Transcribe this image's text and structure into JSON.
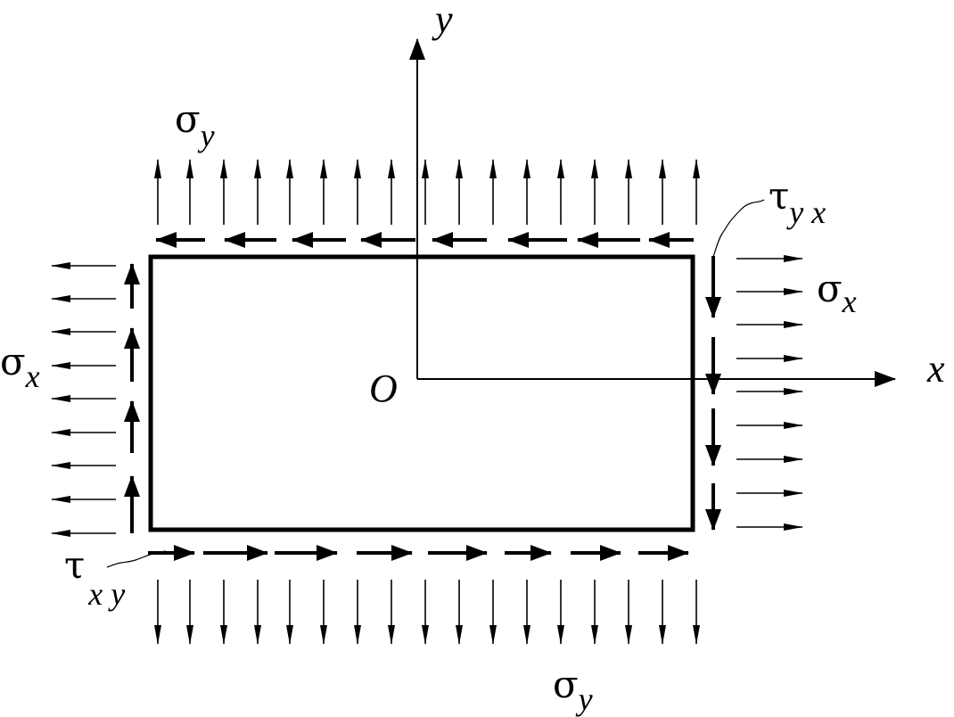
{
  "axes": {
    "x_label": "x",
    "y_label": "y",
    "origin_label": "O"
  },
  "labels": {
    "sigma_y_top": {
      "main": "σ",
      "sub": "y"
    },
    "sigma_y_bottom": {
      "main": "σ",
      "sub": "y"
    },
    "sigma_x_left": {
      "main": "σ",
      "sub": "x"
    },
    "sigma_x_right": {
      "main": "σ",
      "sub": "x"
    },
    "tau_xy": {
      "main": "τ",
      "sub": "x y"
    },
    "tau_yx": {
      "main": "τ",
      "sub": "y x"
    }
  },
  "colors": {
    "ink": "#000000",
    "background": "#ffffff"
  }
}
